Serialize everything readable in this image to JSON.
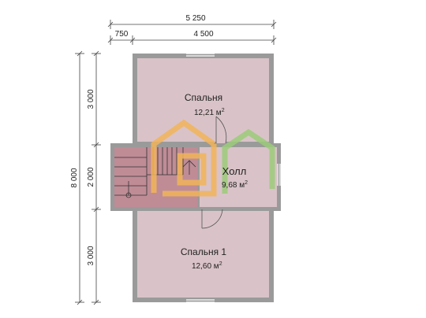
{
  "dimensions": {
    "top_total": "5 250",
    "top_left": "750",
    "top_right": "4 500",
    "left_total": "8 000",
    "left_top": "3 000",
    "left_mid": "2 000",
    "left_bottom": "3 000"
  },
  "rooms": {
    "bedroom_top": {
      "name": "Спальня",
      "area_value": "12,21 м",
      "area_sup": "2"
    },
    "hall": {
      "name": "Холл",
      "area_value": "9,68 м",
      "area_sup": "2"
    },
    "bedroom_bottom": {
      "name": "Спальня 1",
      "area_value": "12,60 м",
      "area_sup": "2"
    }
  },
  "colors": {
    "room_fill": "#d9c3c8",
    "stair_fill": "#bf8c96",
    "wall": "#9a9a9a",
    "logo_orange": "#f2b45a",
    "logo_green": "#9ccc7a"
  }
}
